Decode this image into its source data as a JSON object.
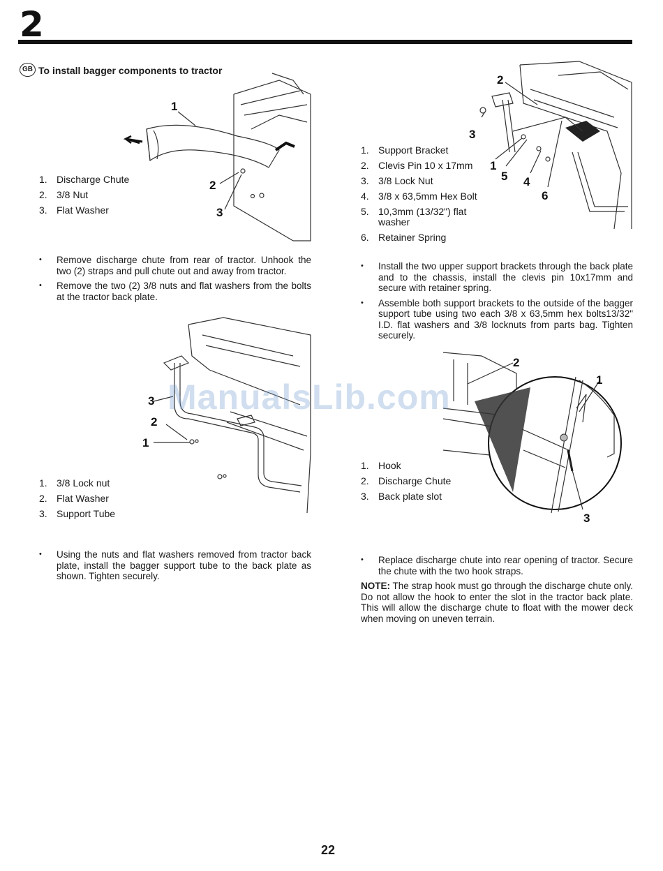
{
  "header": {
    "chapter": "2"
  },
  "section": {
    "badge": "GB",
    "title": "To install bagger components to tractor"
  },
  "fig1": {
    "callouts": [
      "1",
      "2",
      "3"
    ],
    "legend": [
      {
        "num": "1.",
        "label": "Discharge Chute"
      },
      {
        "num": "2.",
        "label": "3/8 Nut"
      },
      {
        "num": "3.",
        "label": "Flat Washer"
      }
    ]
  },
  "fig1_bullets": [
    "Remove discharge chute from rear of tractor. Unhook the two (2) straps and pull chute out and away from tractor.",
    "Remove the two (2) 3/8 nuts and flat washers from the bolts at the tractor back plate."
  ],
  "fig2": {
    "callouts": [
      "3",
      "2",
      "1"
    ],
    "legend": [
      {
        "num": "1.",
        "label": "3/8 Lock nut"
      },
      {
        "num": "2.",
        "label": "Flat Washer"
      },
      {
        "num": "3.",
        "label": "Support Tube"
      }
    ]
  },
  "fig2_bullets": [
    "Using the nuts and flat washers removed from tractor back plate, install the bagger support tube to the back plate as shown. Tighten securely."
  ],
  "fig3": {
    "callouts": [
      "2",
      "3",
      "1",
      "5",
      "4",
      "6"
    ],
    "legend": [
      {
        "num": "1.",
        "label": "Support Bracket"
      },
      {
        "num": "2.",
        "label": "Clevis Pin 10 x 17mm"
      },
      {
        "num": "3.",
        "label": "3/8 Lock Nut"
      },
      {
        "num": "4.",
        "label": "3/8 x 63,5mm Hex Bolt"
      },
      {
        "num": "5.",
        "label": "10,3mm (13/32\") flat washer"
      },
      {
        "num": "6.",
        "label": "Retainer Spring"
      }
    ]
  },
  "fig3_bullets": [
    "Install the two upper support brackets through the back plate and to the chassis, install the clevis pin 10x17mm and secure with retainer spring.",
    "Assemble both support brackets to the outside of the bagger support tube using two each 3/8 x 63,5mm hex bolts13/32\" I.D. flat washers and 3/8 locknuts from parts bag. Tighten securely."
  ],
  "fig4": {
    "callouts": [
      "2",
      "1",
      "3"
    ],
    "legend": [
      {
        "num": "1.",
        "label": "Hook"
      },
      {
        "num": "2.",
        "label": "Discharge Chute"
      },
      {
        "num": "3.",
        "label": "Back plate slot"
      }
    ]
  },
  "fig4_bullets": [
    "Replace discharge chute into rear opening of tractor. Secure the chute with the two hook straps."
  ],
  "note": {
    "label": "NOTE:",
    "text": " The strap hook must go through the discharge chute only. Do not allow the hook to enter the slot in the tractor back plate. This will allow the discharge chute to float with the mower deck when moving on uneven terrain."
  },
  "watermark": "ManualsLib.com",
  "footer": {
    "page_number": "22"
  }
}
